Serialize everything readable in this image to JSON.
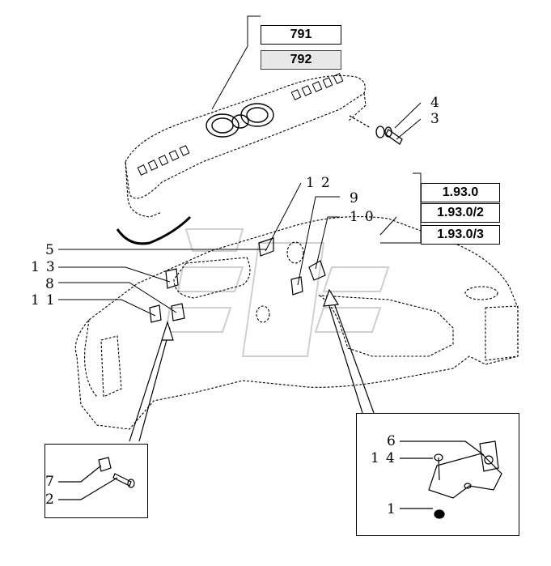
{
  "ref_boxes_top": [
    "791",
    "792"
  ],
  "ref_boxes_right": [
    "1.93.0",
    "1.93.0/2",
    "1.93.0/3"
  ],
  "callouts": {
    "c4": "4",
    "c3": "3",
    "c12": "12",
    "c9": "9",
    "c10": "10",
    "c5": "5",
    "c13": "13",
    "c8": "8",
    "c11": "11",
    "c6": "6",
    "c14": "14",
    "c1": "1",
    "c7": "7",
    "c2": "2"
  },
  "colors": {
    "line": "#000000",
    "dash": "#555555",
    "watermark": "#d0d0d0"
  }
}
